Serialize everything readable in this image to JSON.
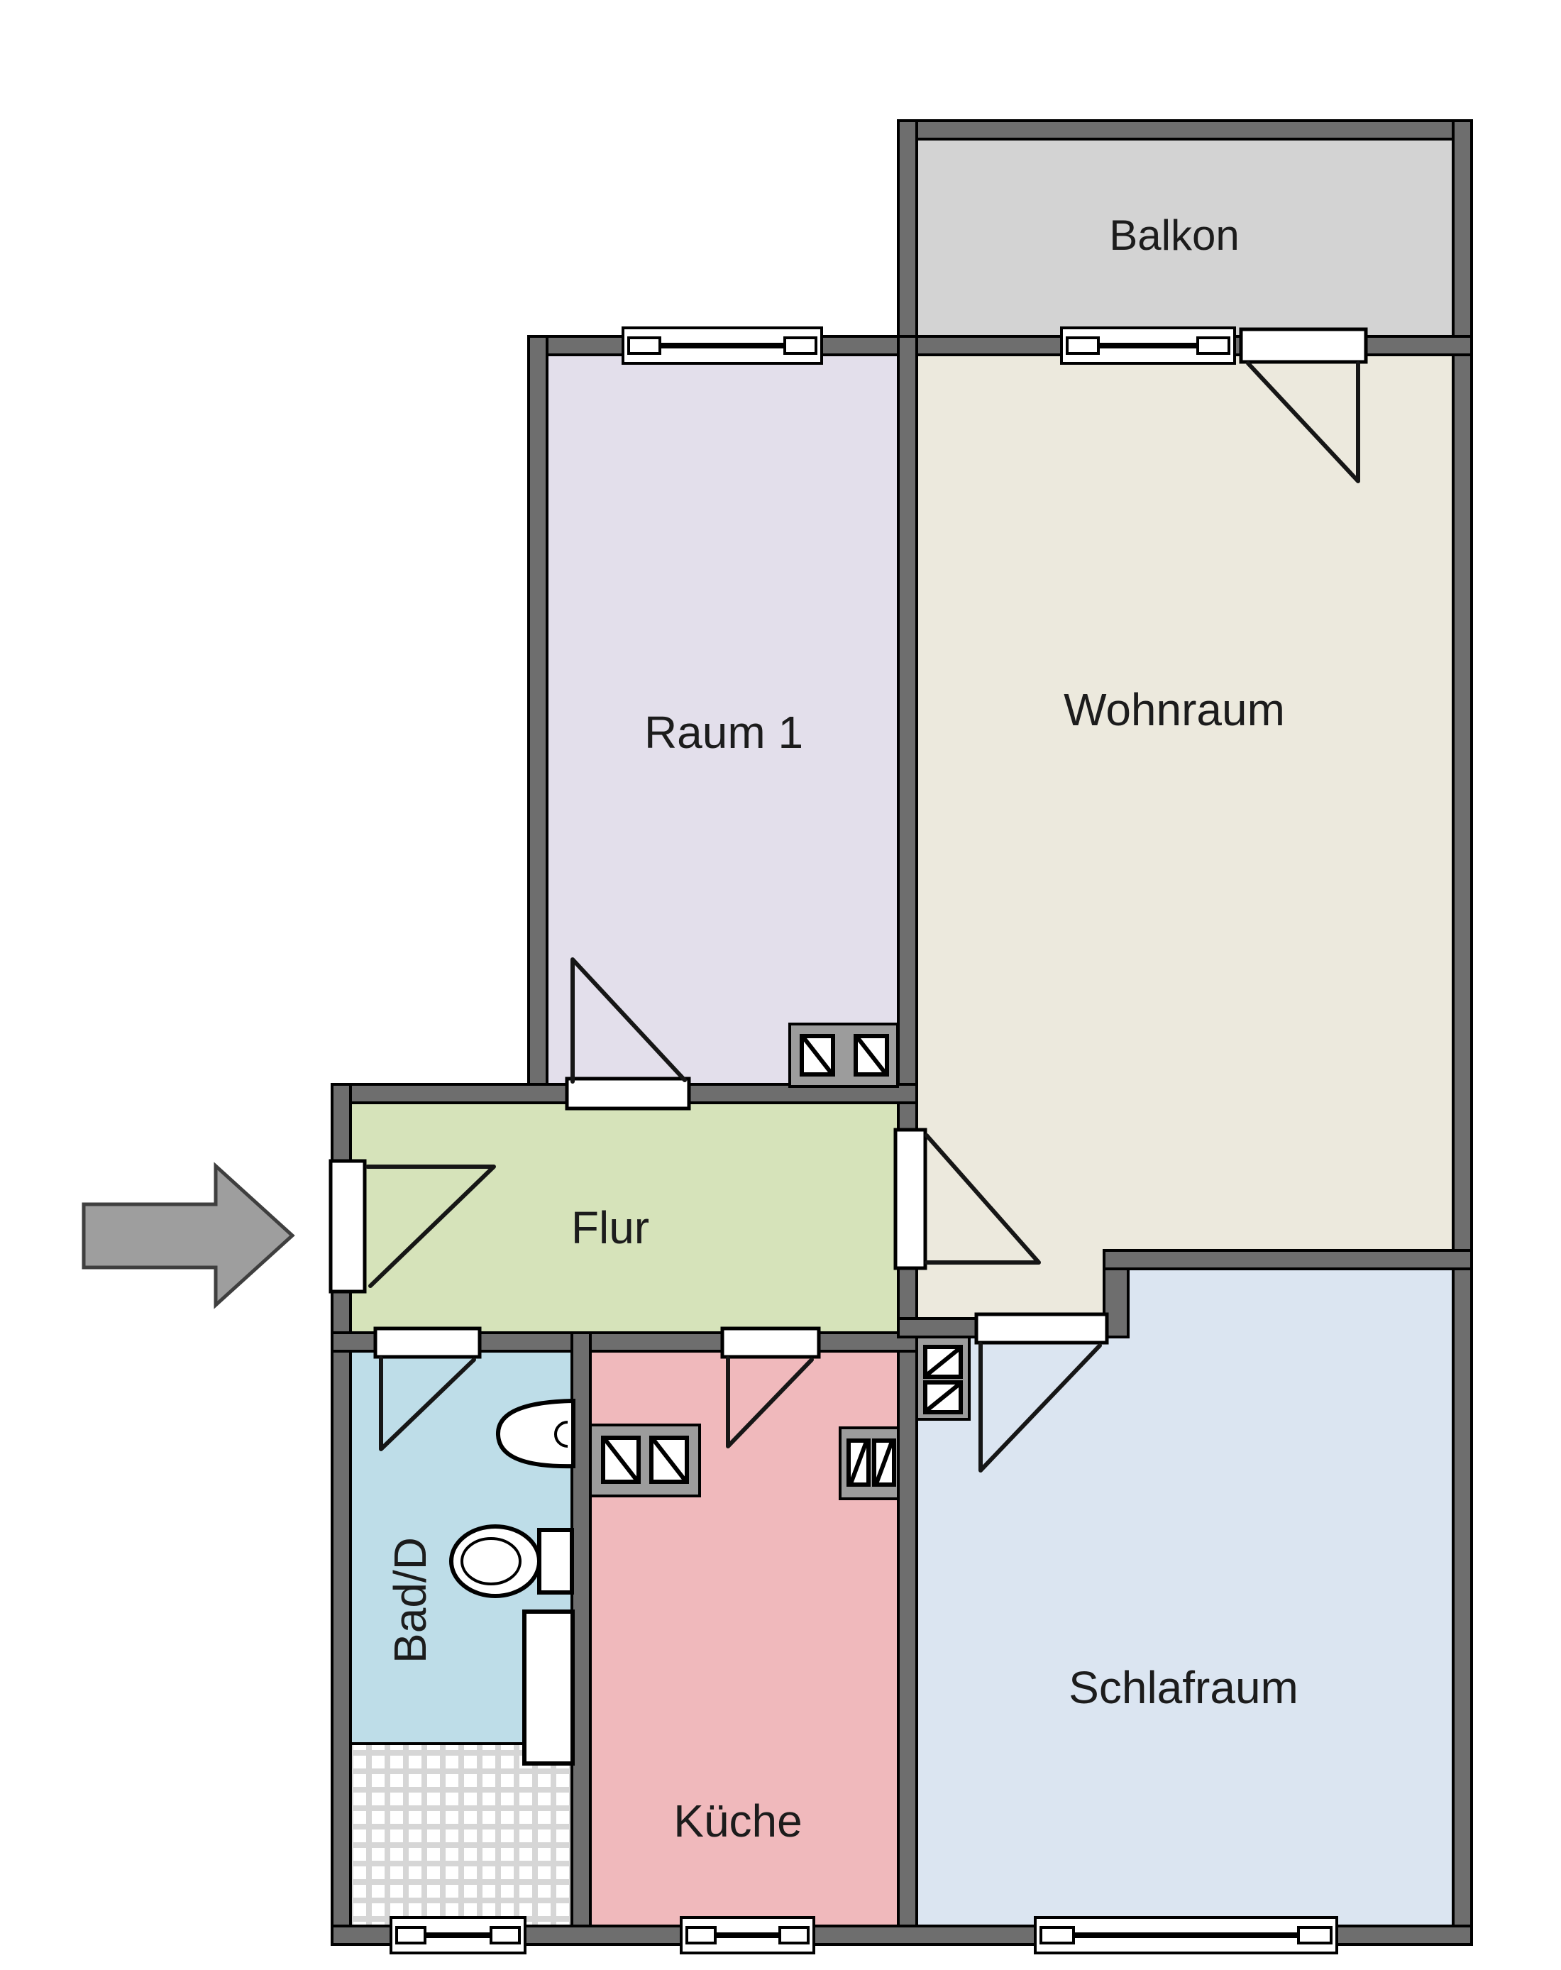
{
  "rooms": {
    "balkon": {
      "label": "Balkon",
      "color": "#d3d3d3"
    },
    "raum1": {
      "label": "Raum 1",
      "color": "#e3dfeb"
    },
    "wohnraum": {
      "label": "Wohnraum",
      "color": "#ece9dd"
    },
    "flur": {
      "label": "Flur",
      "color": "#d6e3ba"
    },
    "bad": {
      "label": "Bad/D",
      "color": "#bedde8"
    },
    "kueche": {
      "label": "Küche",
      "color": "#f0b9bc"
    },
    "schlafraum": {
      "label": "Schlafraum",
      "color": "#dbe5f1"
    }
  },
  "palette": {
    "wall": "#6e6e6e",
    "wall_outline": "#000000",
    "shaft_block": "#9c9c9c",
    "checker_grid": "#d6d6d6",
    "arrow": "#9e9e9e",
    "arrow_outline": "#3f3f3f",
    "text": "#1c1c1c",
    "fixture": "#ffffff",
    "background": "#ffffff"
  },
  "icons": {
    "entrance_arrow": "right-arrow",
    "door": "door-swing-quarter",
    "window": "double-line-window",
    "shaft": "installation-shaft-crossed-square",
    "toilet": "toilet-top-view",
    "sink": "washbasin-top-view",
    "shower": "shower-tray-tiled-floor"
  }
}
